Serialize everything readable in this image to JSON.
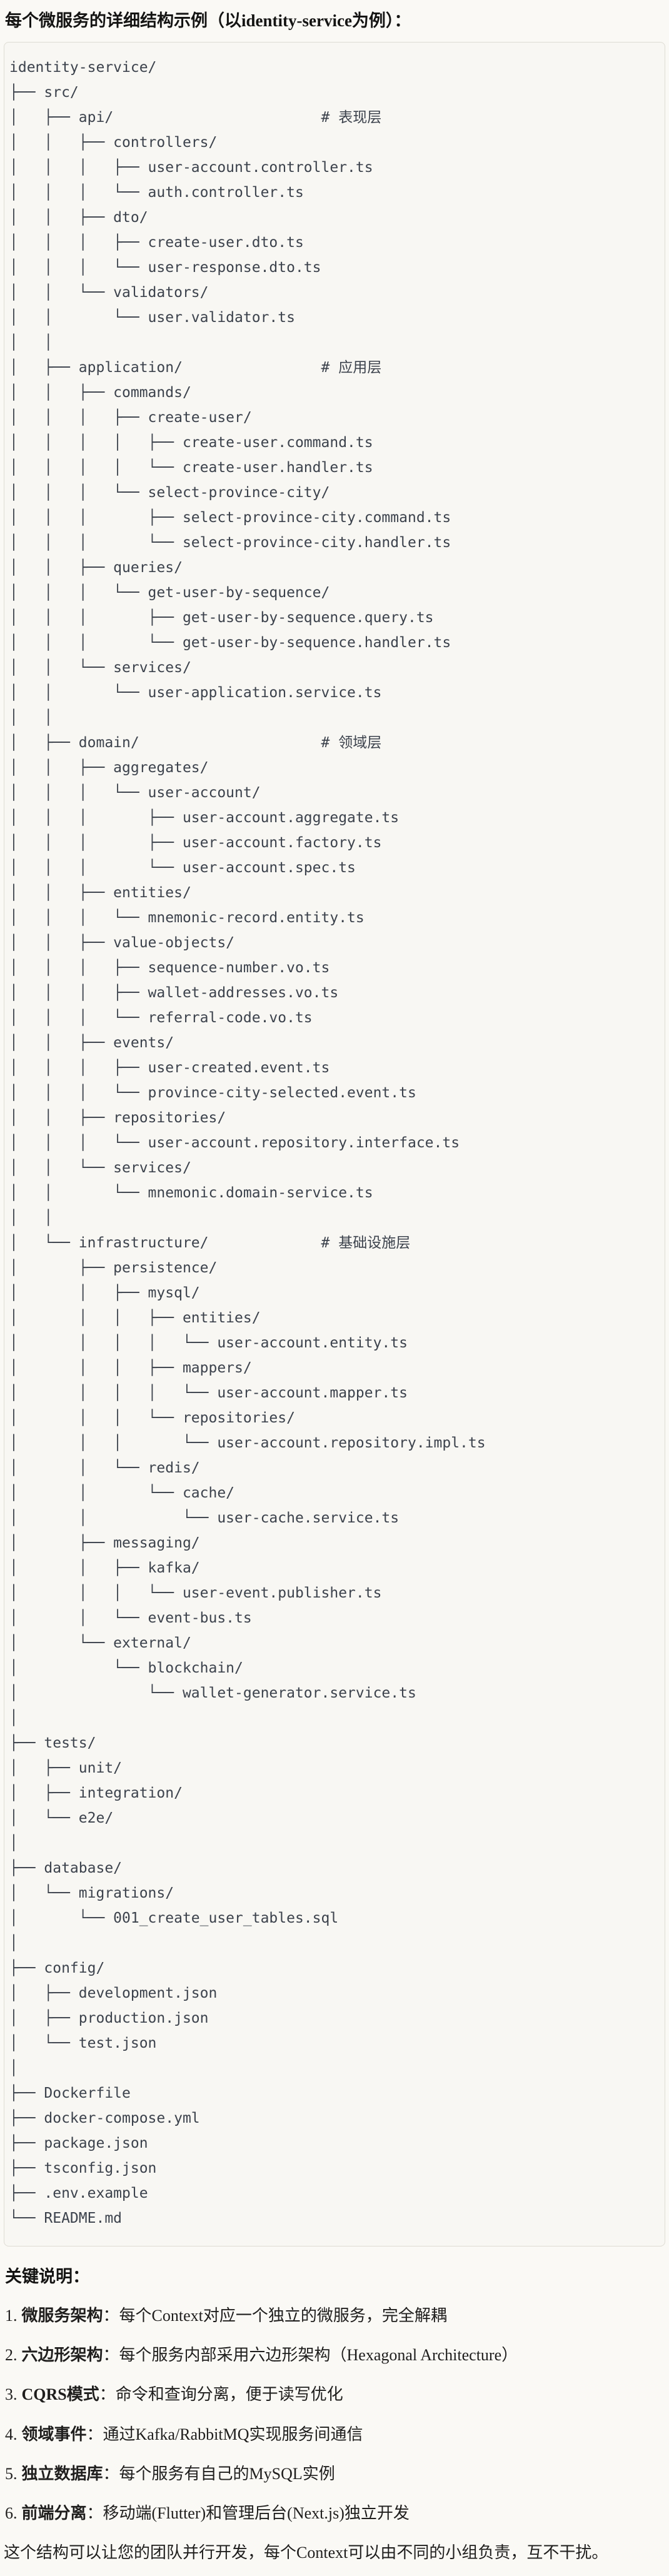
{
  "title": "每个微服务的详细结构示例（以identity-service为例）：",
  "tree": {
    "lines": [
      "identity-service/",
      "├── src/",
      "│   ├── api/                        # 表现层",
      "│   │   ├── controllers/",
      "│   │   │   ├── user-account.controller.ts",
      "│   │   │   └── auth.controller.ts",
      "│   │   ├── dto/",
      "│   │   │   ├── create-user.dto.ts",
      "│   │   │   └── user-response.dto.ts",
      "│   │   └── validators/",
      "│   │       └── user.validator.ts",
      "│   │",
      "│   ├── application/                # 应用层",
      "│   │   ├── commands/",
      "│   │   │   ├── create-user/",
      "│   │   │   │   ├── create-user.command.ts",
      "│   │   │   │   └── create-user.handler.ts",
      "│   │   │   └── select-province-city/",
      "│   │   │       ├── select-province-city.command.ts",
      "│   │   │       └── select-province-city.handler.ts",
      "│   │   ├── queries/",
      "│   │   │   └── get-user-by-sequence/",
      "│   │   │       ├── get-user-by-sequence.query.ts",
      "│   │   │       └── get-user-by-sequence.handler.ts",
      "│   │   └── services/",
      "│   │       └── user-application.service.ts",
      "│   │",
      "│   ├── domain/                     # 领域层",
      "│   │   ├── aggregates/",
      "│   │   │   └── user-account/",
      "│   │   │       ├── user-account.aggregate.ts",
      "│   │   │       ├── user-account.factory.ts",
      "│   │   │       └── user-account.spec.ts",
      "│   │   ├── entities/",
      "│   │   │   └── mnemonic-record.entity.ts",
      "│   │   ├── value-objects/",
      "│   │   │   ├── sequence-number.vo.ts",
      "│   │   │   ├── wallet-addresses.vo.ts",
      "│   │   │   └── referral-code.vo.ts",
      "│   │   ├── events/",
      "│   │   │   ├── user-created.event.ts",
      "│   │   │   └── province-city-selected.event.ts",
      "│   │   ├── repositories/",
      "│   │   │   └── user-account.repository.interface.ts",
      "│   │   └── services/",
      "│   │       └── mnemonic.domain-service.ts",
      "│   │",
      "│   └── infrastructure/             # 基础设施层",
      "│       ├── persistence/",
      "│       │   ├── mysql/",
      "│       │   │   ├── entities/",
      "│       │   │   │   └── user-account.entity.ts",
      "│       │   │   ├── mappers/",
      "│       │   │   │   └── user-account.mapper.ts",
      "│       │   │   └── repositories/",
      "│       │   │       └── user-account.repository.impl.ts",
      "│       │   └── redis/",
      "│       │       └── cache/",
      "│       │           └── user-cache.service.ts",
      "│       ├── messaging/",
      "│       │   ├── kafka/",
      "│       │   │   └── user-event.publisher.ts",
      "│       │   └── event-bus.ts",
      "│       └── external/",
      "│           └── blockchain/",
      "│               └── wallet-generator.service.ts",
      "│",
      "├── tests/",
      "│   ├── unit/",
      "│   ├── integration/",
      "│   └── e2e/",
      "│",
      "├── database/",
      "│   └── migrations/",
      "│       └── 001_create_user_tables.sql",
      "│",
      "├── config/",
      "│   ├── development.json",
      "│   ├── production.json",
      "│   └── test.json",
      "│",
      "├── Dockerfile",
      "├── docker-compose.yml",
      "├── package.json",
      "├── tsconfig.json",
      "├── .env.example",
      "└── README.md"
    ]
  },
  "notes": {
    "heading": "关键说明：",
    "items": [
      {
        "num": "1.",
        "label": "微服务架构",
        "text": "：每个Context对应一个独立的微服务，完全解耦"
      },
      {
        "num": "2.",
        "label": "六边形架构",
        "text": "：每个服务内部采用六边形架构（Hexagonal Architecture）"
      },
      {
        "num": "3.",
        "label": "CQRS模式",
        "text": "：命令和查询分离，便于读写优化"
      },
      {
        "num": "4.",
        "label": "领域事件",
        "text": "：通过Kafka/RabbitMQ实现服务间通信"
      },
      {
        "num": "5.",
        "label": "独立数据库",
        "text": "：每个服务有自己的MySQL实例"
      },
      {
        "num": "6.",
        "label": "前端分离",
        "text": "：移动端(Flutter)和管理后台(Next.js)独立开发"
      }
    ],
    "footer": "这个结构可以让您的团队并行开发，每个Context可以由不同的小组负责，互不干扰。"
  },
  "colors": {
    "page_background": "#FAF9F5",
    "code_block_background": "#F8F7F3",
    "code_block_border": "#DEDCD4",
    "tree_text": "#3C424C",
    "body_text": "#1F1E1D"
  }
}
